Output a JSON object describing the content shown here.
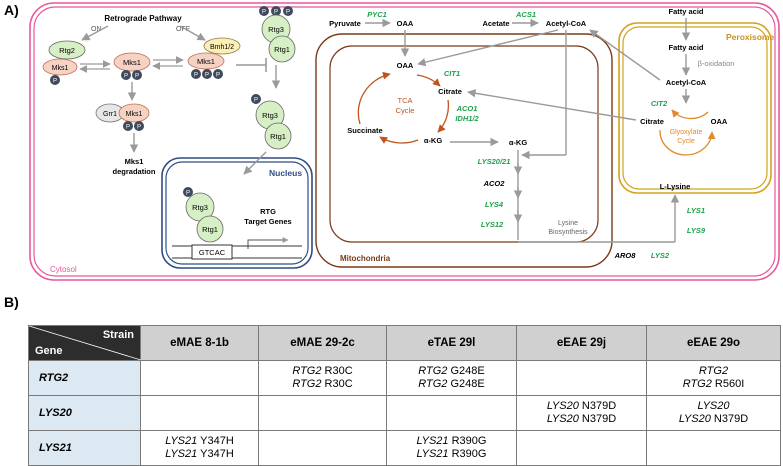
{
  "panel_a_label": "A)",
  "panel_b_label": "B)",
  "diagram": {
    "retrograde_pathway": "Retrograde Pathway",
    "on": "ON",
    "off": "OFF",
    "rtg2": "Rtg2",
    "mks1": "Mks1",
    "bmh": "Bmh1/2",
    "grr1": "Grr1",
    "p": "P",
    "mks1_degradation_1": "Mks1",
    "mks1_degradation_2": "degradation",
    "rtg3": "Rtg3",
    "rtg1": "Rtg1",
    "nucleus": "Nucleus",
    "rtg_target_1": "RTG",
    "rtg_target_2": "Target Genes",
    "gtcac": "GTCAC",
    "cytosol": "Cytosol",
    "mitochondria": "Mitochondria",
    "peroxisome": "Peroxisome",
    "pyruvate": "Pyruvate",
    "pyc1": "PYC1",
    "oaa": "OAA",
    "acetate": "Acetate",
    "acs1": "ACS1",
    "acetyl_coa": "Acetyl-CoA",
    "fatty_acid": "Fatty acid",
    "beta_oxidation": "β-oxidation",
    "cit1": "CIT1",
    "citrate": "Citrate",
    "tca_1": "TCA",
    "tca_2": "Cycle",
    "aco1": "ACO1",
    "idh": "IDH1/2",
    "succinate": "Succinate",
    "akg": "α-KG",
    "cit2": "CIT2",
    "glyox_1": "Glyoxylate",
    "glyox_2": "Cycle",
    "lys2021": "LYS20/21",
    "aco2": "ACO2",
    "lys4": "LYS4",
    "lys12": "LYS12",
    "lysine_bio_1": "Lysine",
    "lysine_bio_2": "Biosynthesis",
    "aro8": "ARO8",
    "lys2": "LYS2",
    "l_lysine": "L-Lysine",
    "lys1": "LYS1",
    "lys9": "LYS9"
  },
  "colors": {
    "cytosol": "#e8579a",
    "mitochondria": "#7b3a18",
    "peroxisome": "#d4a21b",
    "nucleus": "#2f4d84",
    "gene_green": "#1aa34a",
    "tca_orange": "#c0541c",
    "glyox_orange": "#e08a2a",
    "rtg_green": "#d6efc4",
    "mks_orange": "#f6d2c4",
    "phospho": "#3f4a5c",
    "table_header": "#d0d0d0",
    "gene_cell": "#dce8f2"
  },
  "table": {
    "corner_strain": "Strain",
    "corner_gene": "Gene",
    "columns": [
      "eMAE 8-1b",
      "eMAE 29-2c",
      "eTAE 29l",
      "eEAE 29j",
      "eEAE 29o"
    ],
    "rows": [
      {
        "gene": "RTG2",
        "cells": [
          [],
          [
            {
              "gene": "RTG2",
              "mut": " R30C"
            },
            {
              "gene": "RTG2",
              "mut": " R30C"
            }
          ],
          [
            {
              "gene": "RTG2",
              "mut": " G248E"
            },
            {
              "gene": "RTG2",
              "mut": " G248E"
            }
          ],
          [],
          [
            {
              "gene": "RTG2",
              "mut": ""
            },
            {
              "gene": "RTG2",
              "mut": " R560I"
            }
          ]
        ]
      },
      {
        "gene": "LYS20",
        "cells": [
          [],
          [],
          [],
          [
            {
              "gene": "LYS20",
              "mut": " N379D"
            },
            {
              "gene": "LYS20",
              "mut": " N379D"
            }
          ],
          [
            {
              "gene": "LYS20",
              "mut": ""
            },
            {
              "gene": "LYS20",
              "mut": " N379D"
            }
          ]
        ]
      },
      {
        "gene": "LYS21",
        "cells": [
          [
            {
              "gene": "LYS21",
              "mut": " Y347H"
            },
            {
              "gene": "LYS21",
              "mut": " Y347H"
            }
          ],
          [],
          [
            {
              "gene": "LYS21",
              "mut": " R390G"
            },
            {
              "gene": "LYS21",
              "mut": " R390G"
            }
          ],
          [],
          []
        ]
      }
    ]
  }
}
